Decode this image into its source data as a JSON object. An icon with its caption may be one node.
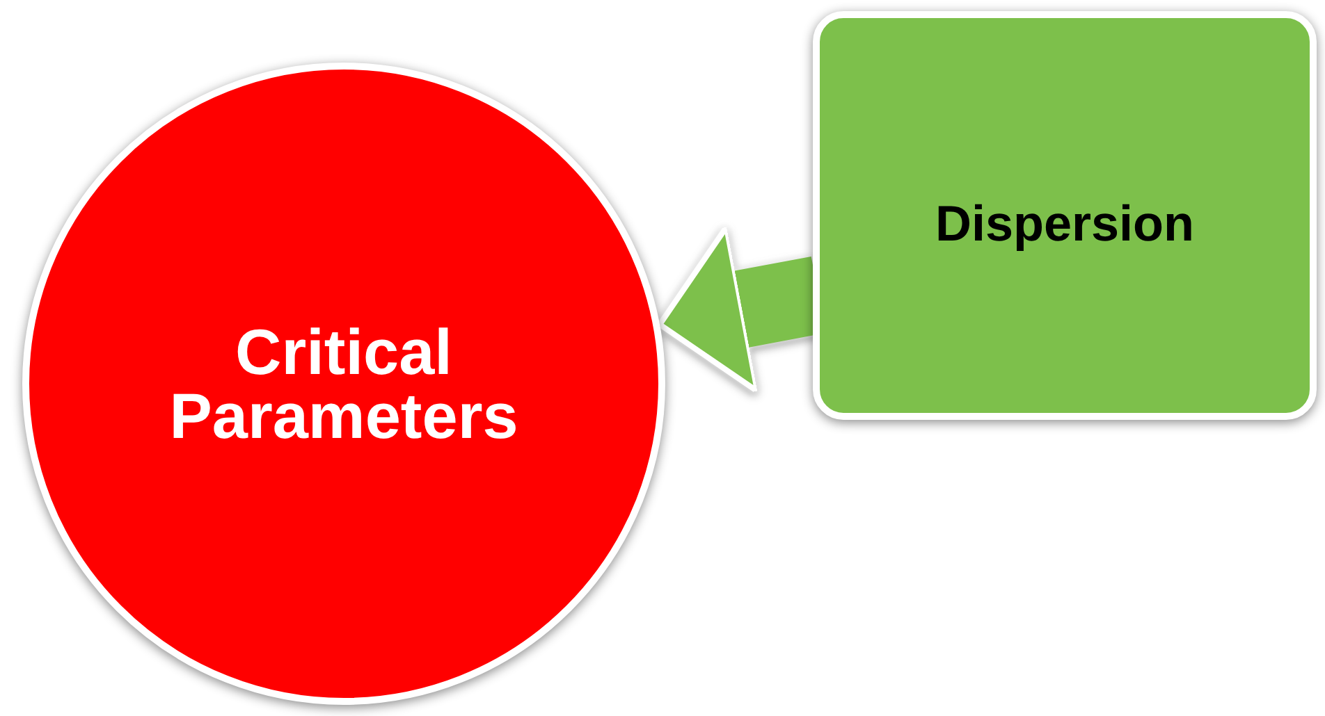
{
  "diagram": {
    "nodes": [
      {
        "text": [
          "Critical Parameters"
        ]
      },
      {
        "text": [
          "Dispersion"
        ]
      }
    ],
    "edges": [
      {
        "from": 1,
        "to": 0,
        "arrow": "to"
      }
    ]
  }
}
